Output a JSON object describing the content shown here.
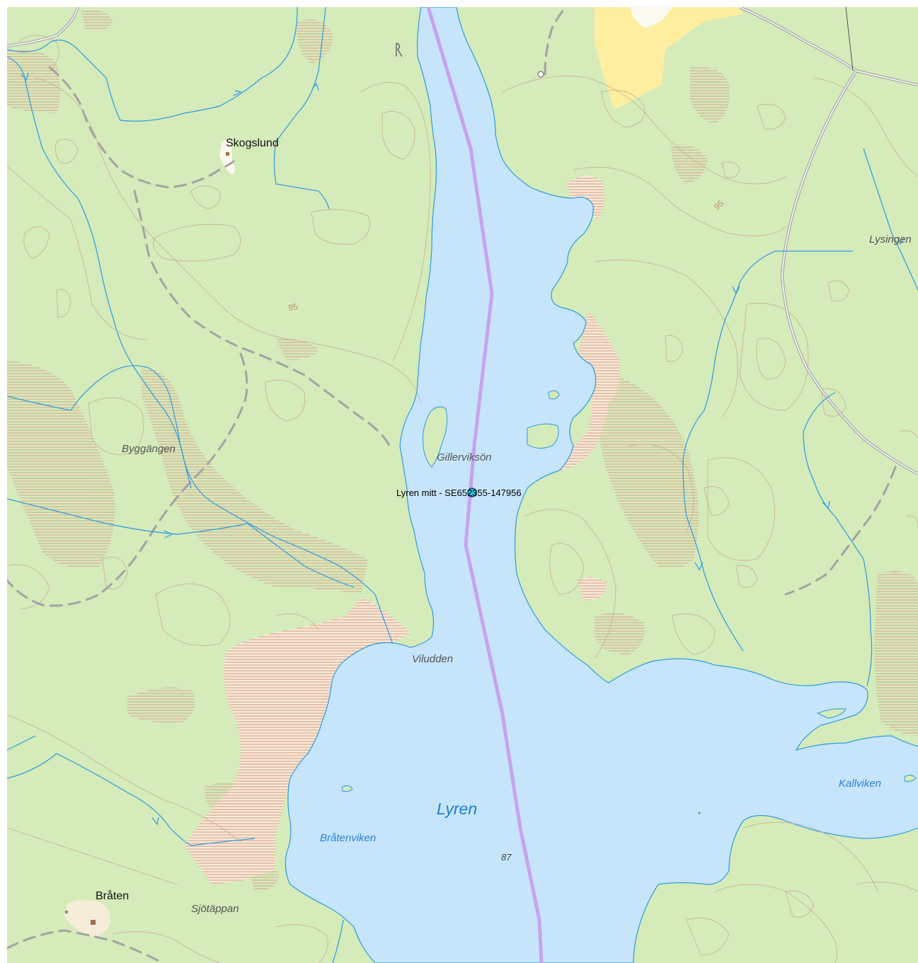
{
  "map": {
    "colors": {
      "land": "#d5ebba",
      "water": "#c6e5fb",
      "shore": "#2e9be0",
      "marsh_fill": "#f5ead6",
      "marsh_hatch": "#d99a87",
      "field": "#fdeea0",
      "border": "#c7a3ec",
      "contour": "#c9a98a",
      "trail": "#a3a3a3",
      "station_marker": "#26c6da"
    },
    "labels": {
      "skogslund": "Skogslund",
      "byggangen": "Byggängen",
      "gillerviksoen": "Gillerviksön",
      "station": "Lyren  mitt - SE652355-147956",
      "viludden": "Viludden",
      "lyren": "Lyren",
      "bratenviken": "Bråtenviken",
      "elevation_87": "87",
      "braten": "Bråten",
      "sjotappan": "Sjötäppan",
      "kallviken": "Kallviken",
      "lysingen": "Lysingen",
      "contour_95_left": "95",
      "contour_95_right": "95"
    },
    "icons": {
      "monitoring_station": "monitoring-station-icon",
      "building": "building-icon",
      "cultural_remains": "cultural-remains-icon",
      "point_feature": "point-icon"
    }
  }
}
